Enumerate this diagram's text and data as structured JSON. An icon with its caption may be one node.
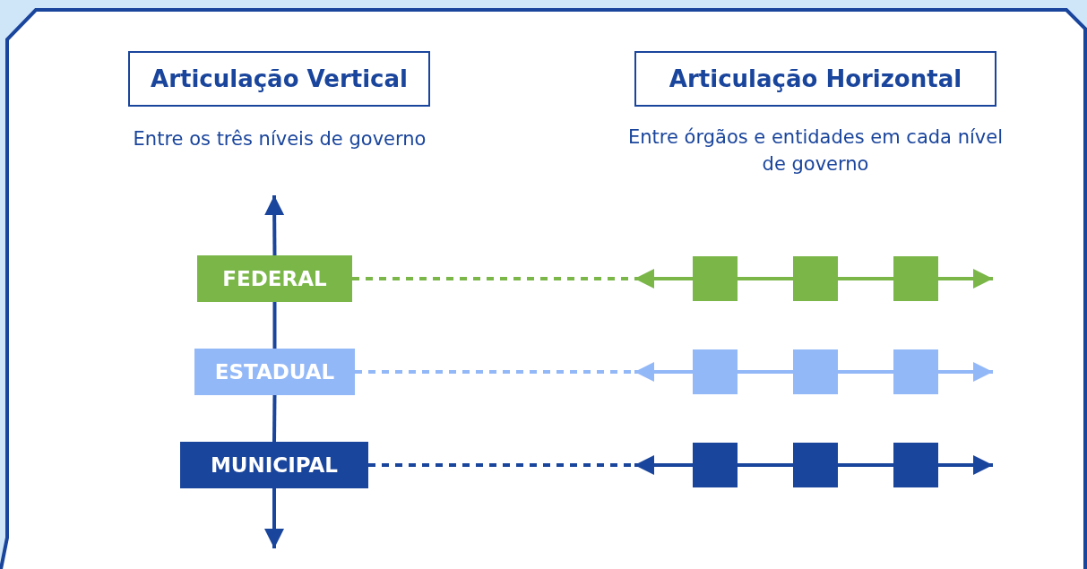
{
  "diagram": {
    "nodes": [
      {
        "text": [
          "Articulação Vertical"
        ],
        "beside": [
          "Entre os três níveis de governo"
        ]
      },
      {
        "text": [
          "Articulação Horizontal"
        ],
        "beside": [
          "Entre órgãos e entidades em cada nível de governo"
        ]
      },
      {
        "text": [
          "FEDERAL"
        ]
      },
      {
        "text": [
          "ESTADUAL"
        ]
      },
      {
        "text": [
          "MUNICIPAL"
        ]
      },
      {
        "text": [],
        "shape": "box"
      },
      {
        "text": [],
        "shape": "box"
      },
      {
        "text": [],
        "shape": "box"
      },
      {
        "text": [],
        "shape": "box"
      },
      {
        "text": [],
        "shape": "box"
      },
      {
        "text": [],
        "shape": "box"
      },
      {
        "text": [],
        "shape": "box"
      },
      {
        "text": [],
        "shape": "box"
      },
      {
        "text": [],
        "shape": "box"
      }
    ],
    "edges": [
      {
        "from": 2,
        "to": null,
        "arrow": "to",
        "color": "#1a459c"
      },
      {
        "from": 2,
        "to": 3,
        "arrow": "none",
        "color": "#1a459c"
      },
      {
        "from": 3,
        "to": 4,
        "arrow": "none",
        "color": "#1a459c"
      },
      {
        "from": 4,
        "to": null,
        "arrow": "to",
        "color": "#1a459c"
      },
      {
        "from": 2,
        "to": null,
        "arrow": "none",
        "style": "dashed",
        "color": "#7ab648"
      },
      {
        "from": 5,
        "to": null,
        "arrow": "to",
        "color": "#7ab648"
      },
      {
        "from": 5,
        "to": 6,
        "arrow": "none",
        "color": "#7ab648"
      },
      {
        "from": 6,
        "to": 7,
        "arrow": "none",
        "color": "#7ab648"
      },
      {
        "from": 7,
        "to": null,
        "arrow": "to",
        "color": "#7ab648"
      },
      {
        "from": 3,
        "to": null,
        "arrow": "none",
        "style": "dashed",
        "color": "#93b8f7"
      },
      {
        "from": 8,
        "to": null,
        "arrow": "to",
        "color": "#93b8f7"
      },
      {
        "from": 8,
        "to": 9,
        "arrow": "none",
        "color": "#93b8f7"
      },
      {
        "from": 9,
        "to": 10,
        "arrow": "none",
        "color": "#93b8f7"
      },
      {
        "from": 10,
        "to": null,
        "arrow": "to",
        "color": "#93b8f7"
      },
      {
        "from": 4,
        "to": null,
        "arrow": "none",
        "style": "dashed",
        "color": "#1a459c"
      },
      {
        "from": 11,
        "to": null,
        "arrow": "to",
        "color": "#1a459c"
      },
      {
        "from": 11,
        "to": 12,
        "arrow": "none",
        "color": "#1a459c"
      },
      {
        "from": 12,
        "to": 13,
        "arrow": "none",
        "color": "#1a459c"
      },
      {
        "from": 13,
        "to": null,
        "arrow": "to",
        "color": "#1a459c"
      }
    ]
  }
}
